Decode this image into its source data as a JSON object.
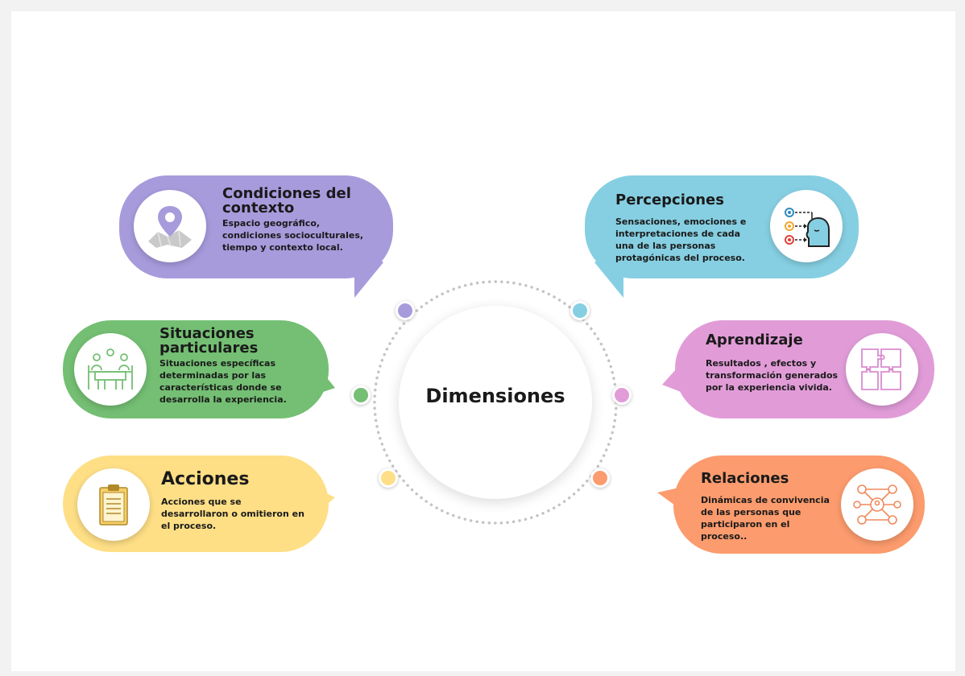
{
  "center": {
    "title": "Dimensiones"
  },
  "colors": {
    "purple": "#a79bdc",
    "blue": "#86cfe2",
    "green": "#74bf73",
    "pink": "#e19cd8",
    "yellow": "#fedf86",
    "orange": "#fc9b6d",
    "ring": "#bdbdbd"
  },
  "dimensions": {
    "contexto": {
      "title": [
        "Condiciones del",
        "contexto"
      ],
      "lines": [
        "Espacio geográfico,",
        "condiciones socioculturales,",
        "tiempo y contexto local."
      ],
      "icon": "map-pin-icon"
    },
    "percepciones": {
      "title": [
        "Percepciones"
      ],
      "lines": [
        "Sensaciones, emociones e",
        "interpretaciones de cada",
        "una de las personas",
        "protagónicas del proceso."
      ],
      "icon": "senses-head-icon"
    },
    "situaciones": {
      "title": [
        "Situaciones",
        "particulares"
      ],
      "lines": [
        "Situaciones específicas",
        "determinadas por las",
        "características  donde se",
        "desarrolla la experiencia."
      ],
      "icon": "meeting-icon"
    },
    "aprendizaje": {
      "title": [
        "Aprendizaje"
      ],
      "lines": [
        "Resultados , efectos y",
        "transformación generados",
        "por la experiencia vivida."
      ],
      "icon": "puzzle-icon"
    },
    "acciones": {
      "title": [
        "Acciones"
      ],
      "lines": [
        "Acciones que se",
        "desarrollaron o omitieron en",
        "el proceso."
      ],
      "icon": "clipboard-icon"
    },
    "relaciones": {
      "title": [
        "Relaciones"
      ],
      "lines": [
        "Dinámicas de convivencia",
        "de las personas que",
        "participaron en el",
        "proceso.."
      ],
      "icon": "network-icon"
    }
  }
}
